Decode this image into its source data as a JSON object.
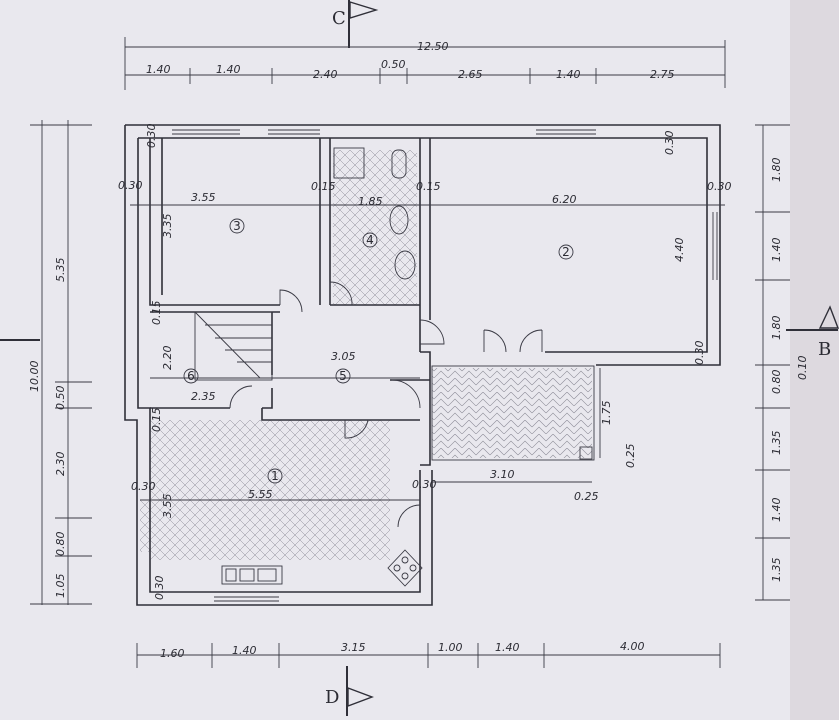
{
  "section_markers": {
    "top": "C",
    "right": "B",
    "bottom": "D"
  },
  "top_dims": {
    "overall": "12.50",
    "segments": [
      "1.40",
      "1.40",
      "2.40",
      "0.50",
      "2.65",
      "1.40",
      "2.75"
    ]
  },
  "bottom_dims": {
    "segments": [
      "1.60",
      "1.40",
      "3.15",
      "1.00",
      "1.40",
      "4.00"
    ]
  },
  "left_dims": {
    "overall": "10.00",
    "upper": "5.35",
    "segments": [
      "0.50",
      "2.30",
      "0.80",
      "1.05"
    ]
  },
  "right_dims": {
    "segments": [
      "1.80",
      "1.40",
      "1.80",
      "0.10",
      "0.80",
      "1.35",
      "1.40",
      "1.35"
    ]
  },
  "interior_dims": {
    "room3_width": "3.55",
    "room3_height": "3.35",
    "room4_width": "1.85",
    "room2_width": "6.20",
    "room2_height": "4.40",
    "hall_width": "3.05",
    "room6_width": "2.35",
    "room6_height": "2.20",
    "room1_width": "5.55",
    "room1_height": "3.55",
    "terrace_width": "3.10",
    "terrace_depth": "1.75",
    "post_a": "0.25",
    "post_b": "0.25",
    "wall_030": "0.30",
    "wall_015": "0.15"
  },
  "rooms": [
    "1",
    "2",
    "3",
    "4",
    "5",
    "6"
  ]
}
